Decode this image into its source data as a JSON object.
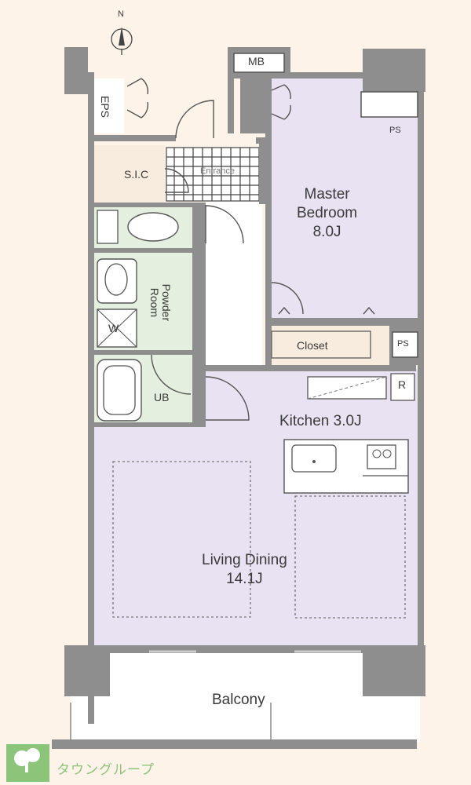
{
  "compass": {
    "north_label": "N"
  },
  "rooms": {
    "master_bedroom": {
      "name_line1": "Master",
      "name_line2": "Bedroom",
      "size": "8.0J"
    },
    "kitchen": {
      "name": "Kitchen 3.0J"
    },
    "living_dining": {
      "name": "Living Dining",
      "size": "14.1J"
    },
    "balcony": {
      "name": "Balcony"
    },
    "powder_room": {
      "name_line1": "Powder",
      "name_line2": "Room"
    },
    "closet": {
      "name": "Closet"
    },
    "sic": {
      "name": "S.I.C"
    },
    "entrance": {
      "name": "Entrance"
    },
    "ub": {
      "name": "UB"
    },
    "washer": {
      "name": "W"
    }
  },
  "fixtures": {
    "mb": "MB",
    "eps": "EPS",
    "ps_top": "PS",
    "ps_mid": "PS",
    "refrigerator": "R"
  },
  "logo": {
    "text": "タウングループ"
  },
  "colors": {
    "background": "#fdf3e8",
    "wall": "#8e8e8e",
    "purple_floor": "#e9e2f3",
    "green_floor": "#e4efdf",
    "white_floor": "#ffffff",
    "beige_floor": "#f7ecde",
    "logo_green": "#8cc57a"
  }
}
